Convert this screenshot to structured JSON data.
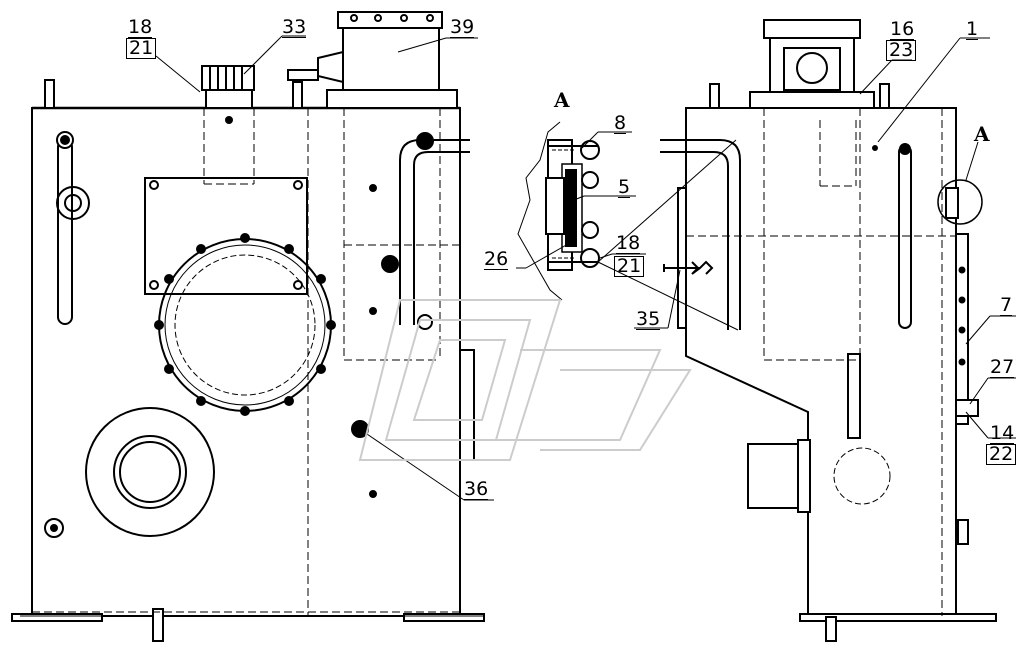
{
  "callouts": {
    "c18_top": "18",
    "c21_top": "21",
    "c33": "33",
    "c39": "39",
    "c16": "16",
    "c23": "23",
    "c1": "1",
    "c8": "8",
    "c5": "5",
    "c26": "26",
    "c18_mid": "18",
    "c21_mid": "21",
    "c35": "35",
    "c36": "36",
    "c7": "7",
    "c27": "27",
    "c14": "14",
    "c22": "22"
  },
  "view_labels": {
    "detail_title": "A",
    "detail_marker": "A"
  }
}
